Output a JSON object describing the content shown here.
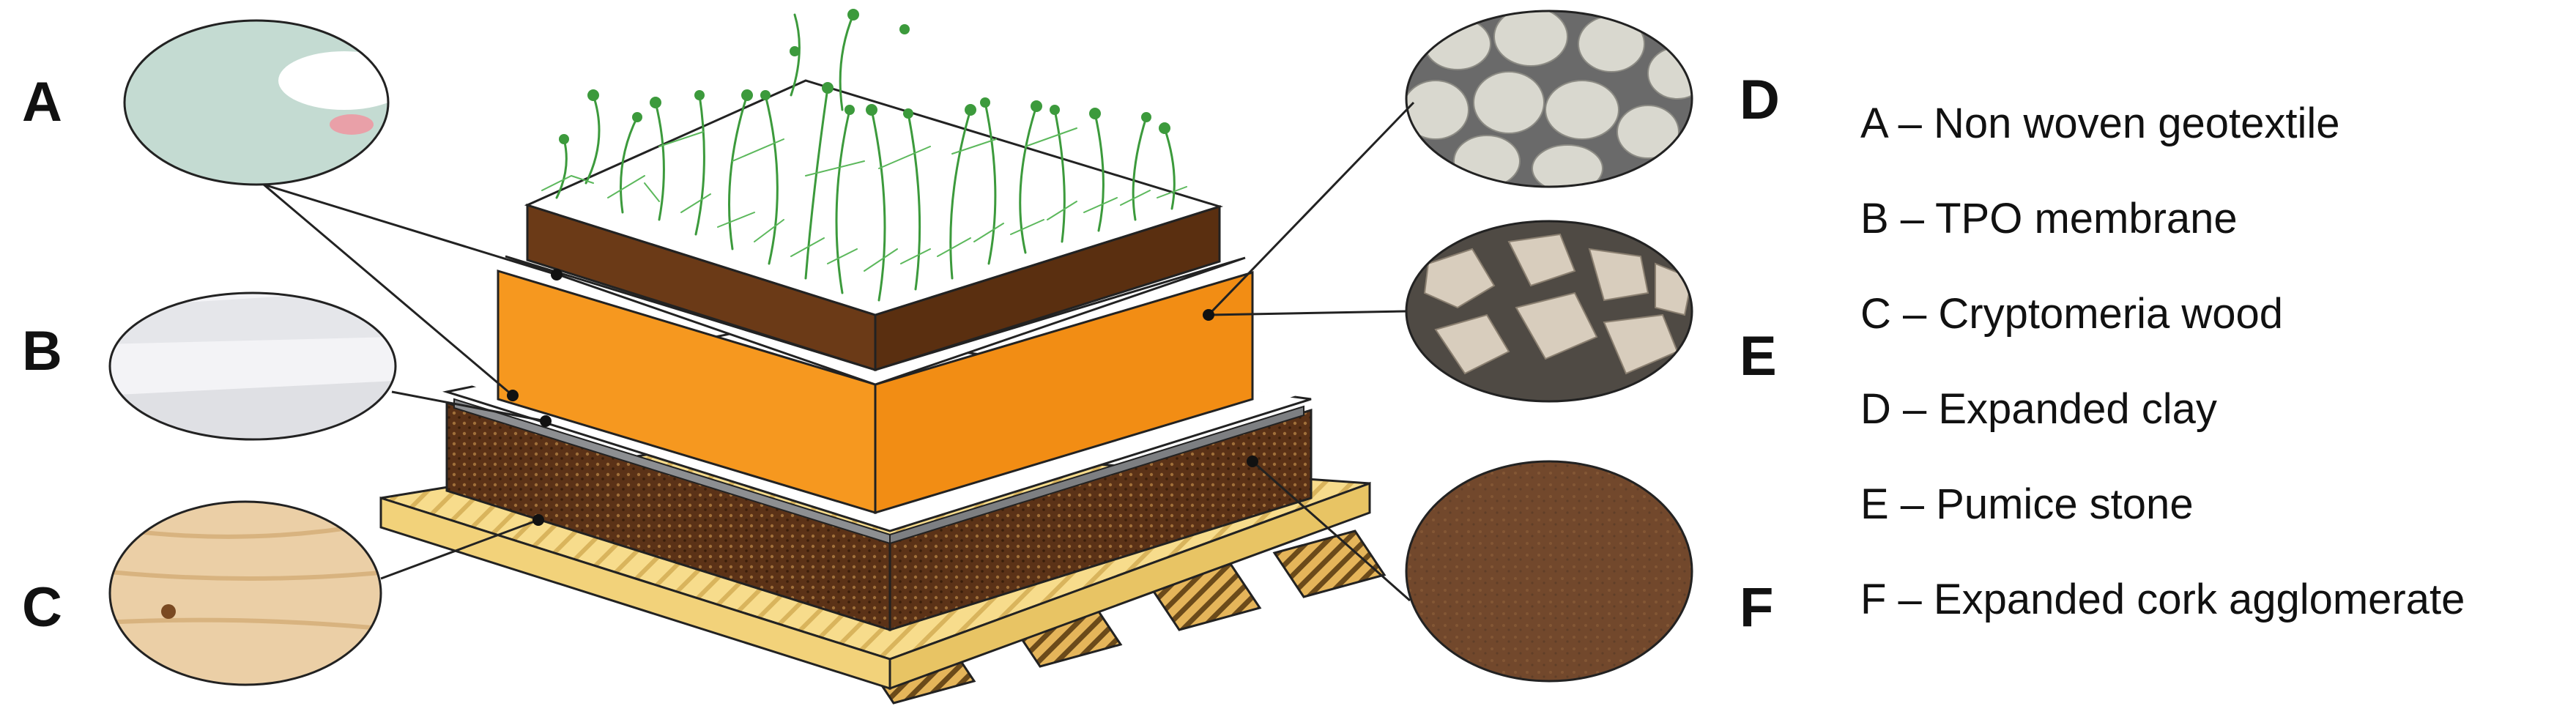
{
  "layers": [
    {
      "letter": "A",
      "legend": "A – Non woven geotextile",
      "swatch": "geotextile-photo"
    },
    {
      "letter": "B",
      "legend": "B – TPO membrane",
      "swatch": "membrane-photo"
    },
    {
      "letter": "C",
      "legend": "C – Cryptomeria wood",
      "swatch": "wood-photo"
    },
    {
      "letter": "D",
      "legend": "D – Expanded clay",
      "swatch": "clay-photo"
    },
    {
      "letter": "E",
      "legend": "E – Pumice stone",
      "swatch": "pumice-photo"
    },
    {
      "letter": "F",
      "legend": "F – Expanded cork agglomerate",
      "swatch": "cork-photo"
    }
  ],
  "colors": {
    "wood": "#f7dc8c",
    "wood_stripe": "#c9a24a",
    "cork": "#5b3217",
    "orange": "#f6981f",
    "orange_dark": "#e07f12",
    "substrate": "#6b3a17",
    "vegetation": "#3c9a3c",
    "membrane": "#8d8f92"
  }
}
